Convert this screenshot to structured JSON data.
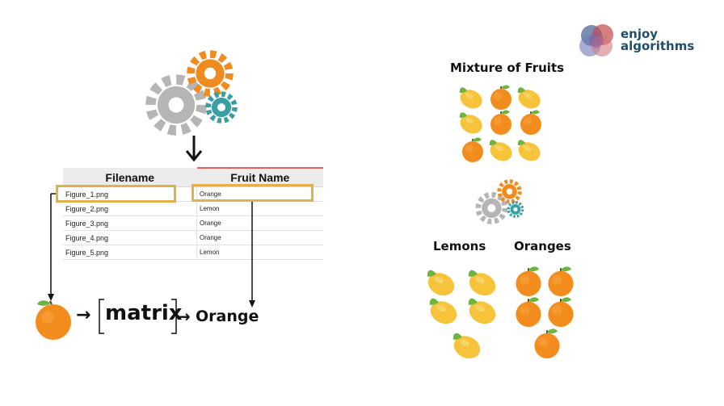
{
  "logo": {
    "line1": "enjoy",
    "line2": "algorithms"
  },
  "table": {
    "headers": [
      "Filename",
      "Fruit Name"
    ],
    "rows": [
      [
        "Figure_1.png",
        "Orange"
      ],
      [
        "Figure_2.png",
        "Lemon"
      ],
      [
        "Figure_3.png",
        "Orange"
      ],
      [
        "Figure_4.png",
        "Orange"
      ],
      [
        "Figure_5.png",
        "Lemon"
      ]
    ]
  },
  "pipeline": {
    "arrow1": "→",
    "matrix_label": "matrix",
    "arrow2": "→",
    "result": "Orange"
  },
  "right": {
    "mixture_title": "Mixture of Fruits",
    "lemons_title": "Lemons",
    "oranges_title": "Oranges"
  },
  "colors": {
    "orange": "#f28c1c",
    "lemon": "#f6c33b",
    "leaf": "#6db33f",
    "highlight": "#e3b04b",
    "gear_orange": "#ef8b1f",
    "gear_gray": "#b5b5b5",
    "gear_teal": "#3a9ea5"
  }
}
